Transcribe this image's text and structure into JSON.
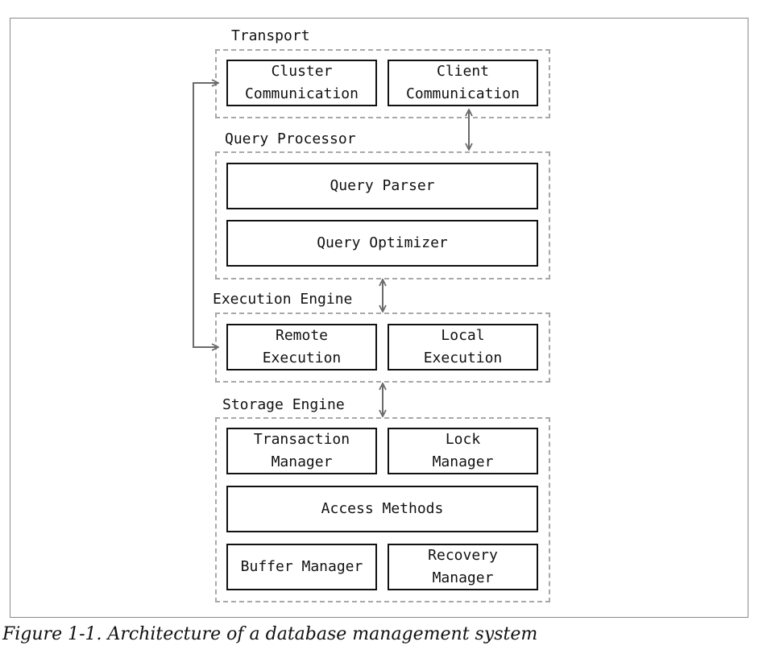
{
  "diagram": {
    "groups": {
      "transport": {
        "label": "Transport",
        "cluster_communication": [
          "Cluster",
          "Communication"
        ],
        "client_communication": [
          "Client",
          "Communication"
        ]
      },
      "query_processor": {
        "label": "Query Processor",
        "query_parser": [
          "Query Parser"
        ],
        "query_optimizer": [
          "Query Optimizer"
        ]
      },
      "execution_engine": {
        "label": "Execution Engine",
        "remote_execution": [
          "Remote",
          "Execution"
        ],
        "local_execution": [
          "Local",
          "Execution"
        ]
      },
      "storage_engine": {
        "label": "Storage Engine",
        "transaction_manager": [
          "Transaction",
          "Manager"
        ],
        "lock_manager": [
          "Lock",
          "Manager"
        ],
        "access_methods": [
          "Access Methods"
        ],
        "buffer_manager": [
          "Buffer Manager"
        ],
        "recovery_manager": [
          "Recovery",
          "Manager"
        ]
      }
    },
    "colors": {
      "box_border": "#111111",
      "group_border": "#a8a8a8",
      "arrow": "#6a6a6a"
    }
  },
  "caption": "Figure 1-1. Architecture of a database management system"
}
